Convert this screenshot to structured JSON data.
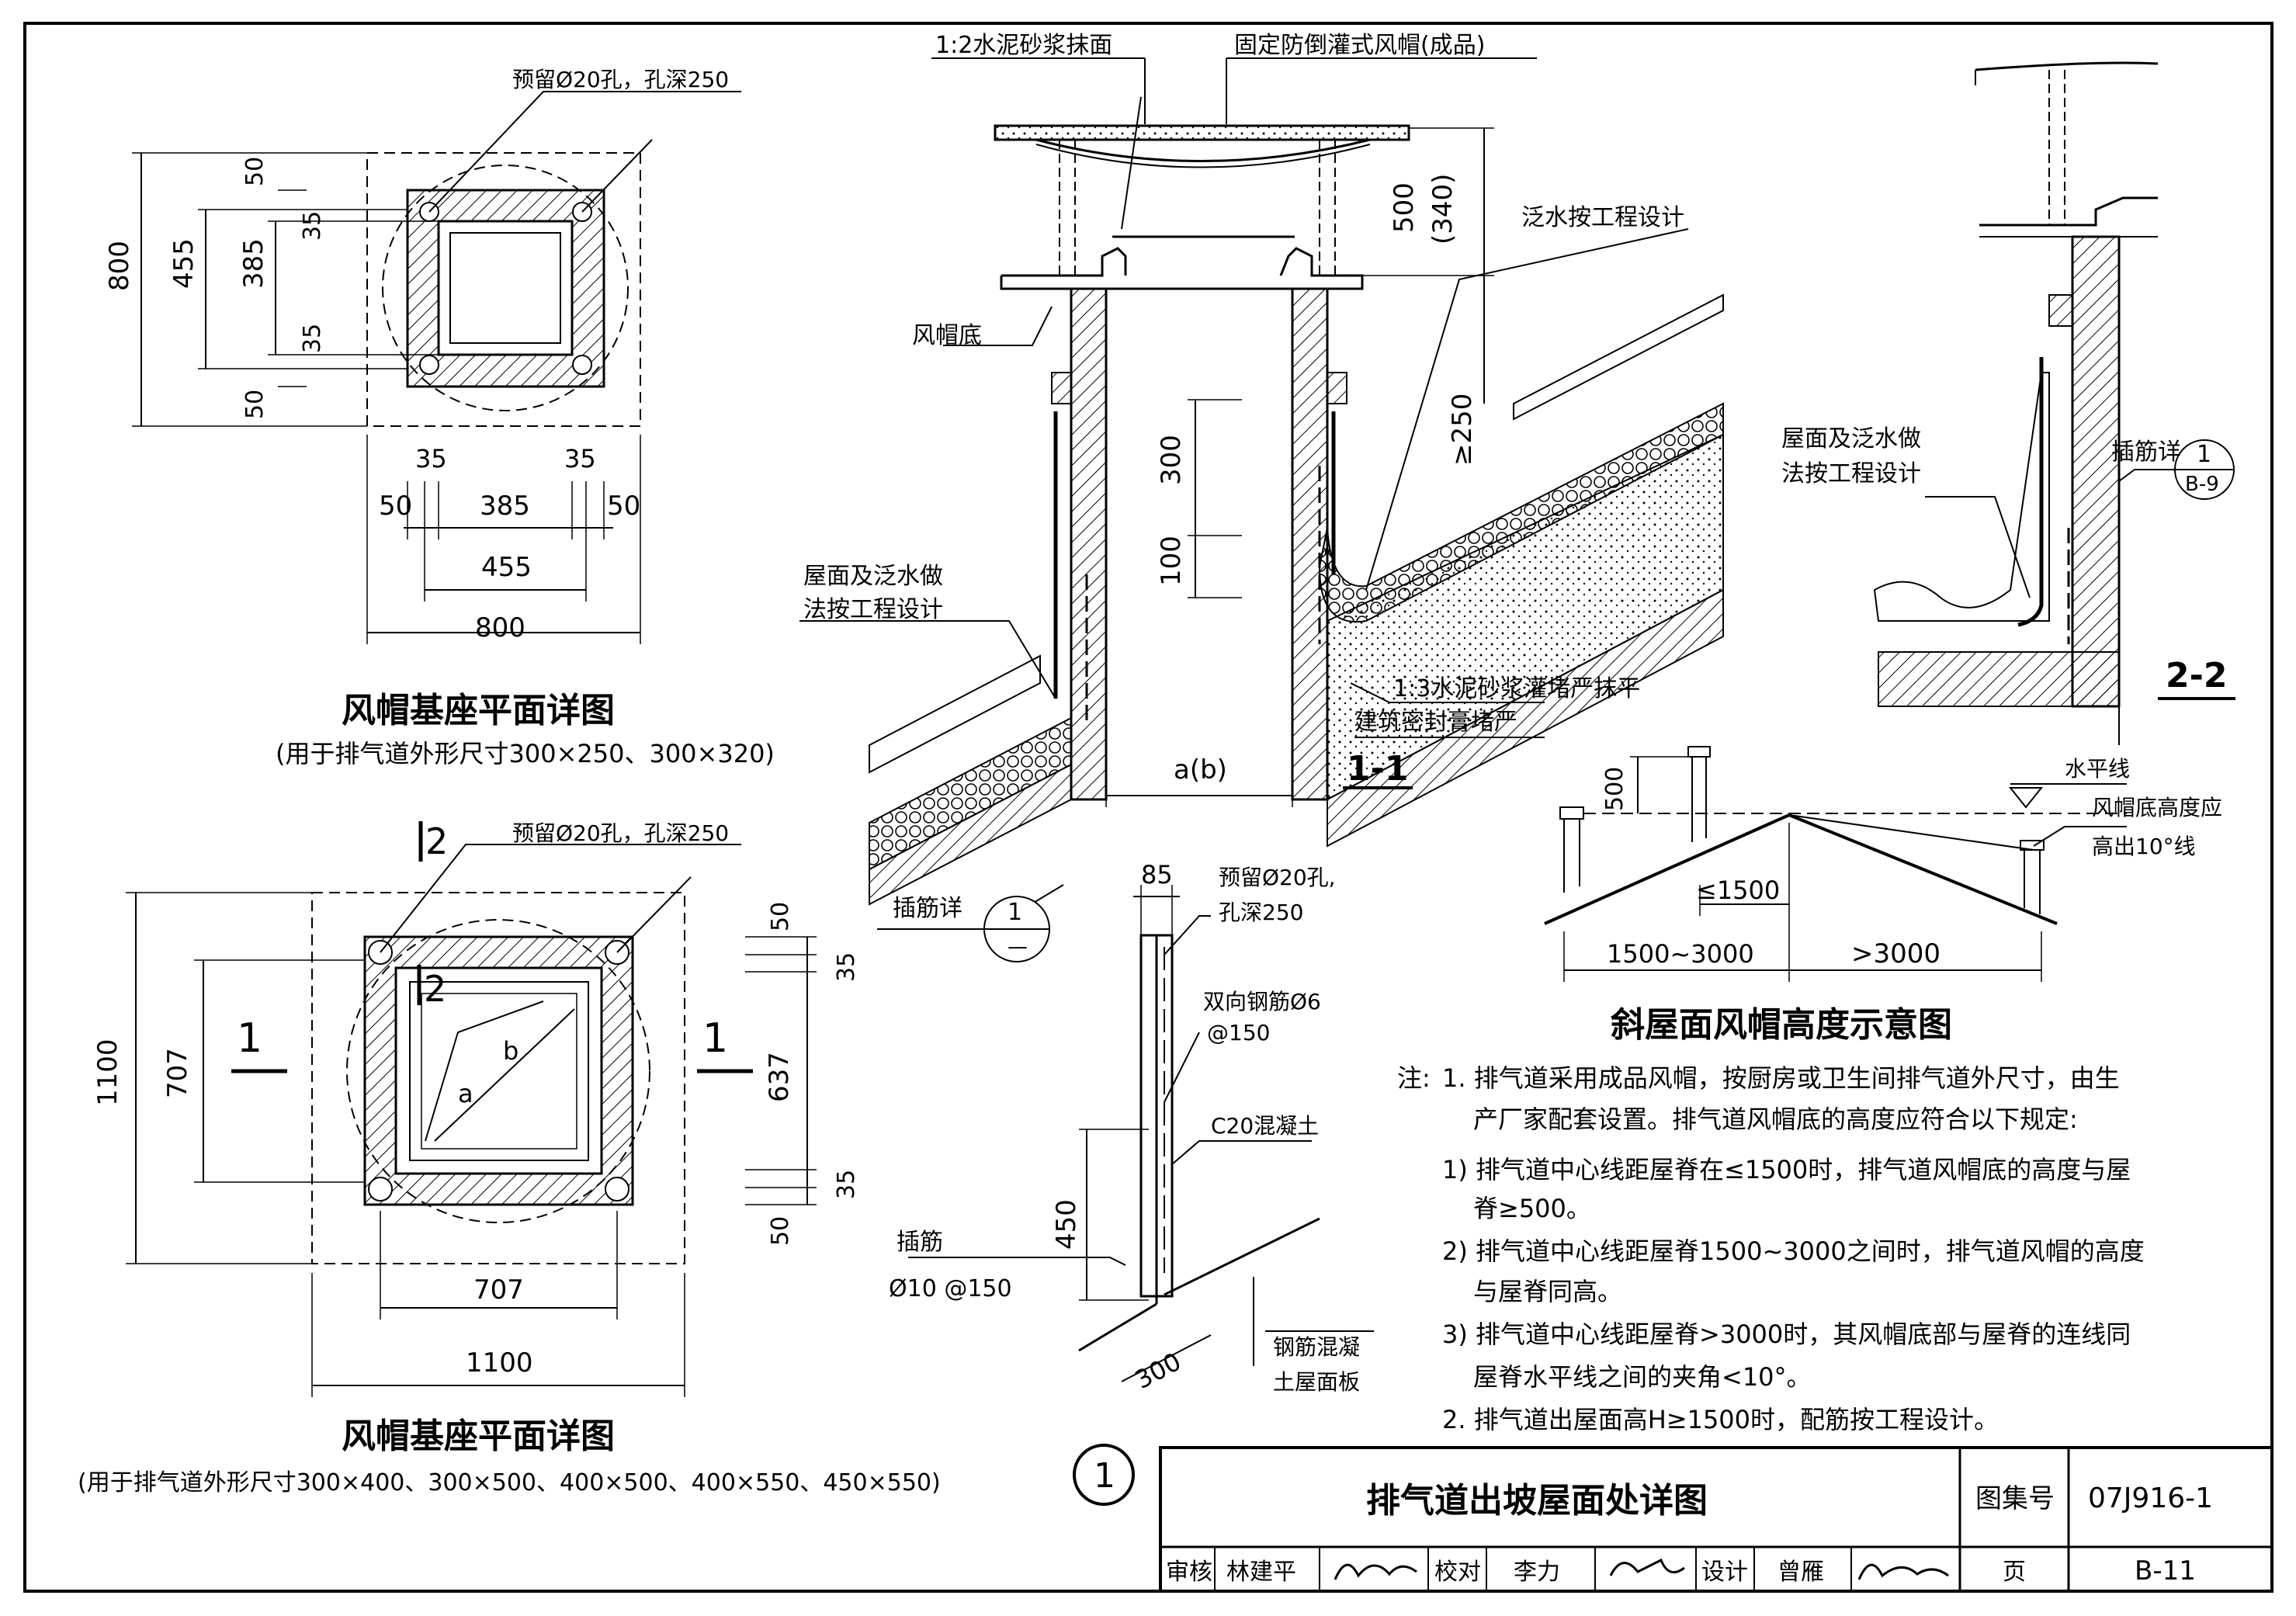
{
  "plan1": {
    "annotation": "预留Ø20孔，孔深250",
    "dims_left": [
      "800",
      "455",
      "385",
      "50",
      "35",
      "35",
      "50"
    ],
    "dims_bottom": [
      "35",
      "35",
      "50",
      "385",
      "50",
      "455",
      "800"
    ],
    "title": "风帽基座平面详图",
    "subtitle": "(用于排气道外形尺寸300×250、300×320)"
  },
  "plan2": {
    "annotation": "预留Ø20孔，孔深250",
    "section_mark_1": "1",
    "section_mark_2": "2",
    "dim_a": "a",
    "dim_b": "b",
    "dims_left": [
      "1100",
      "707"
    ],
    "dims_right": [
      "50",
      "35",
      "637",
      "35",
      "50"
    ],
    "dims_bottom": [
      "707",
      "1100"
    ],
    "title": "风帽基座平面详图",
    "subtitle": "(用于排气道外形尺寸300×400、300×500、400×500、400×550、450×550)"
  },
  "section11": {
    "label_mortar_top": "1:2水泥砂浆抹面",
    "label_hood": "固定防倒灌式风帽(成品)",
    "label_hood_base": "风帽底",
    "label_flashing": "泛水按工程设计",
    "label_roof_flashing": "屋面及泛水做",
    "label_roof_flashing_2": "法按工程设计",
    "label_mortar_bottom": "1:3水泥砂浆灌堵严抹平",
    "label_sealant": "建筑密封膏堵严",
    "label_rebar": "插筋详",
    "detail_ref_top": "1",
    "detail_ref_bottom": "—",
    "dim_500": "500",
    "dim_340": "(340)",
    "dim_250": "≥250",
    "dim_300": "300",
    "dim_100": "100",
    "dim_ab": "a(b)",
    "section_title": "1-1"
  },
  "section22": {
    "label_roof": "屋面及泛水做",
    "label_roof_2": "法按工程设计",
    "label_rebar": "插筋详",
    "detail_ref_top": "1",
    "detail_ref_bottom": "B-9",
    "section_title": "2-2"
  },
  "rebar_detail": {
    "dim_85": "85",
    "label_hole": "预留Ø20孔,",
    "label_hole_2": "孔深250",
    "label_bar": "双向钢筋Ø6",
    "label_bar_2": "@150",
    "label_concrete": "C20混凝土",
    "dim_450": "450",
    "label_insert": "插筋",
    "label_insert_2": "Ø10 @150",
    "dim_300": "300",
    "label_slab": "钢筋混凝",
    "label_slab_2": "土屋面板",
    "detail_number": "1"
  },
  "height_diagram": {
    "dim_500": "500",
    "label_level": "水平线",
    "label_angle": "风帽底高度应",
    "label_angle_2": "高出10°线",
    "dim_1500": "≤1500",
    "dim_1500_3000": "1500~3000",
    "dim_3000": ">3000",
    "title": "斜屋面风帽高度示意图"
  },
  "notes": {
    "lead": "注:",
    "n1": "1. 排气道采用成品风帽，按厨房或卫生间排气道外尺寸，由生",
    "n1b": "产厂家配套设置。排气道风帽底的高度应符合以下规定:",
    "n1_1": "1) 排气道中心线距屋脊在≤1500时，排气道风帽底的高度与屋",
    "n1_1b": "脊≥500。",
    "n1_2": "2) 排气道中心线距屋脊1500~3000之间时，排气道风帽的高度",
    "n1_2b": "与屋脊同高。",
    "n1_3": "3) 排气道中心线距屋脊>3000时，其风帽底部与屋脊的连线同",
    "n1_3b": "屋脊水平线之间的夹角<10°。",
    "n2": "2. 排气道出屋面高H≥1500时，配筋按工程设计。"
  },
  "titleblock": {
    "drawing_title": "排气道出坡屋面处详图",
    "atlas_label": "图集号",
    "atlas_no": "07J916-1",
    "review_label": "审核",
    "review_name": "林建平",
    "check_label": "校对",
    "check_name": "李力",
    "design_label": "设计",
    "design_name": "曾雁",
    "page_label": "页",
    "page_no": "B-11"
  }
}
